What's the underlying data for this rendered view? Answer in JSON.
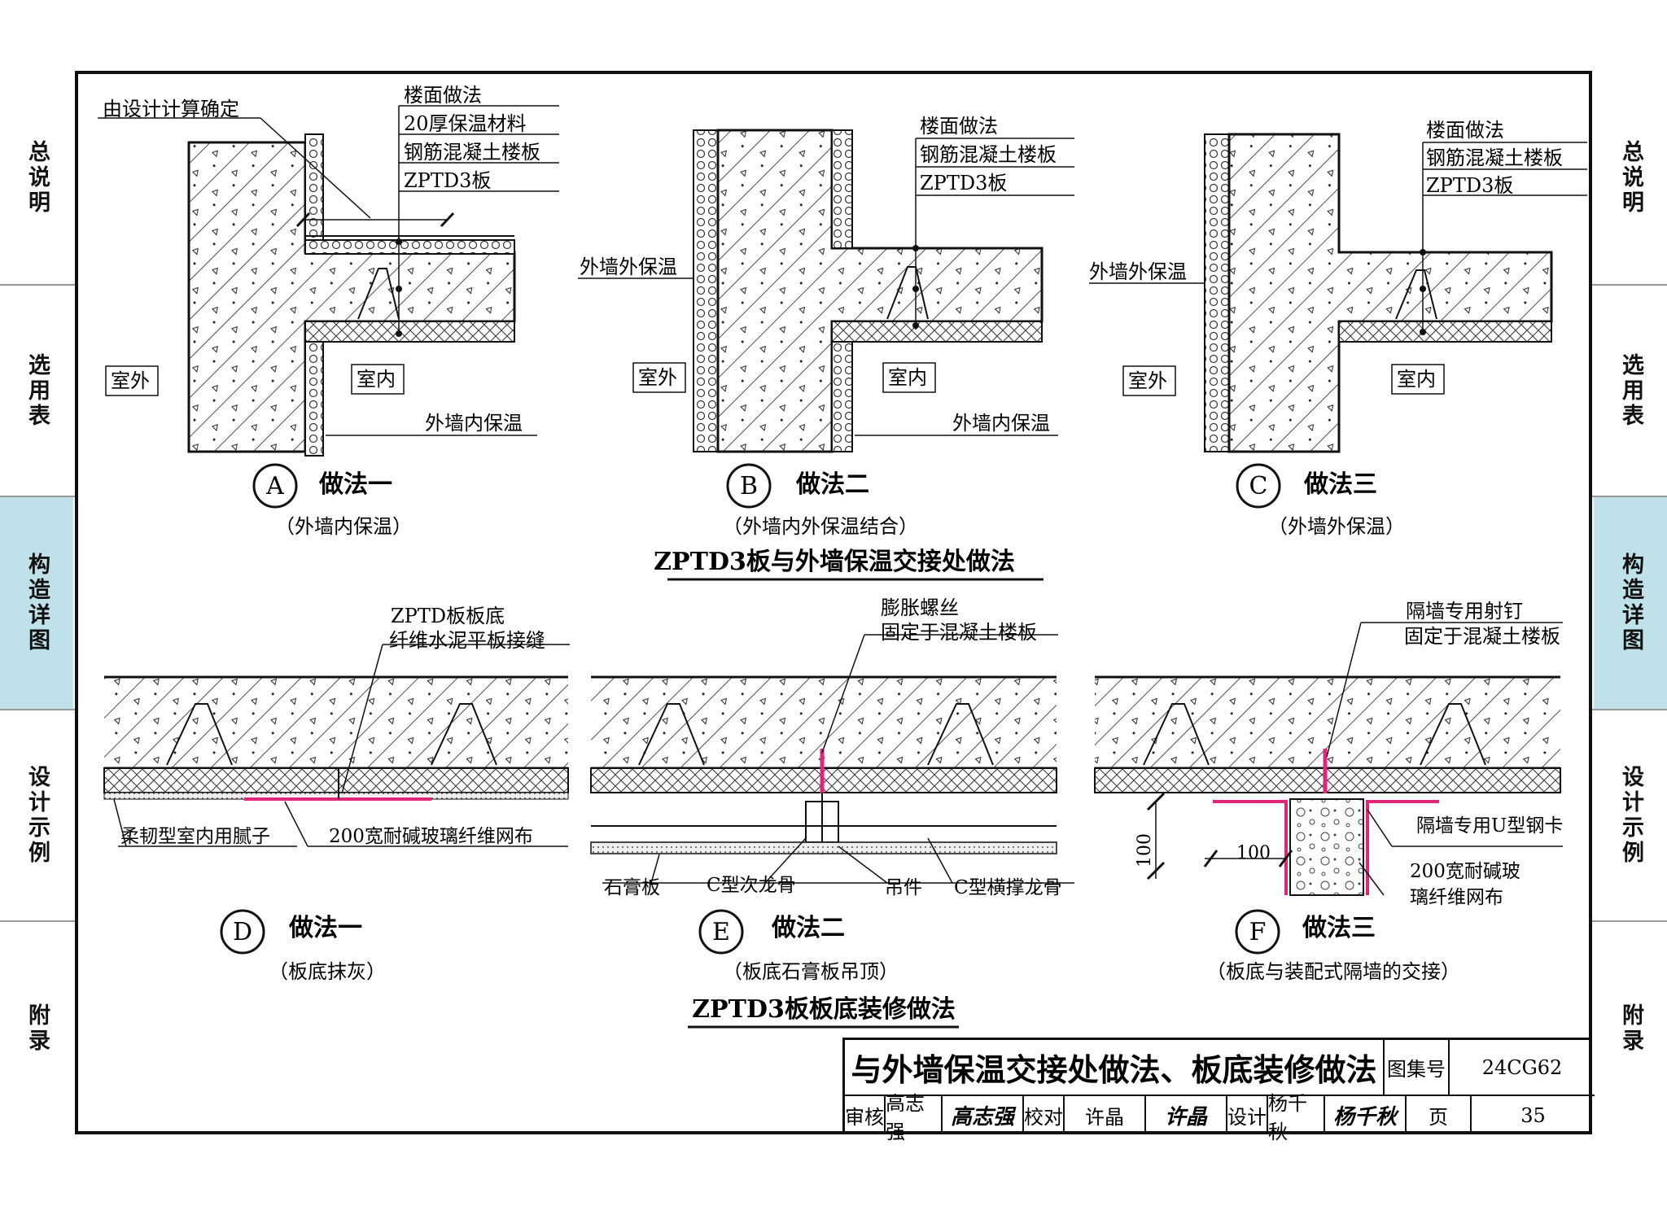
{
  "side_tabs": [
    {
      "label": "总说明",
      "active": false
    },
    {
      "label": "选用表",
      "active": false
    },
    {
      "label": "构造详图",
      "active": true
    },
    {
      "label": "设计示例",
      "active": false
    },
    {
      "label": "附录",
      "active": false
    }
  ],
  "section1_title": "ZPTD3板与外墙保温交接处做法",
  "section2_title": "ZPTD3板板底装修做法",
  "details": {
    "A": {
      "letter": "A",
      "title": "做法一",
      "subtitle": "（外墙内保温）",
      "label_calc": "由设计计算确定",
      "labels": [
        "楼面做法",
        "20厚保温材料",
        "钢筋混凝土楼板",
        "ZPTD3板"
      ],
      "outside": "室外",
      "inside": "室内",
      "wall_insul": "外墙内保温"
    },
    "B": {
      "letter": "B",
      "title": "做法二",
      "subtitle": "（外墙内外保温结合）",
      "labels": [
        "楼面做法",
        "钢筋混凝土楼板",
        "ZPTD3板"
      ],
      "outer_insul": "外墙外保温",
      "outside": "室外",
      "inside": "室内",
      "wall_insul": "外墙内保温"
    },
    "C": {
      "letter": "C",
      "title": "做法三",
      "subtitle": "（外墙外保温）",
      "labels": [
        "楼面做法",
        "钢筋混凝土楼板",
        "ZPTD3板"
      ],
      "outer_insul": "外墙外保温",
      "outside": "室外",
      "inside": "室内"
    },
    "D": {
      "letter": "D",
      "title": "做法一",
      "subtitle": "（板底抹灰）",
      "top_label": [
        "ZPTD板板底",
        "纤维水泥平板接缝"
      ],
      "bottom_left": "柔韧型室内用腻子",
      "bottom_right": "200宽耐碱玻璃纤维网布"
    },
    "E": {
      "letter": "E",
      "title": "做法二",
      "subtitle": "（板底石膏板吊顶）",
      "top_label": [
        "膨胀螺丝",
        "固定于混凝土楼板"
      ],
      "bottom": [
        "石膏板",
        "C型次龙骨",
        "吊件",
        "C型横撑龙骨"
      ]
    },
    "F": {
      "letter": "F",
      "title": "做法三",
      "subtitle": "（板底与装配式隔墙的交接）",
      "top_label": [
        "隔墙专用射钉",
        "固定于混凝土楼板"
      ],
      "right_labels": [
        "隔墙专用U型钢卡",
        "200宽耐碱玻",
        "璃纤维网布"
      ],
      "dim_v": "100",
      "dim_h": "100"
    }
  },
  "title_block": {
    "title": "与外墙保温交接处做法、板底装修做法",
    "atlas_label": "图集号",
    "atlas_no": "24CG62",
    "review_label": "审核",
    "reviewer": "高志强",
    "check_label": "校对",
    "checker": "许晶",
    "design_label": "设计",
    "designer": "杨千秋",
    "page_label": "页",
    "page_no": "35"
  },
  "colors": {
    "accent_magenta": "#e0257a",
    "tab_active": "#bfe2ea"
  }
}
